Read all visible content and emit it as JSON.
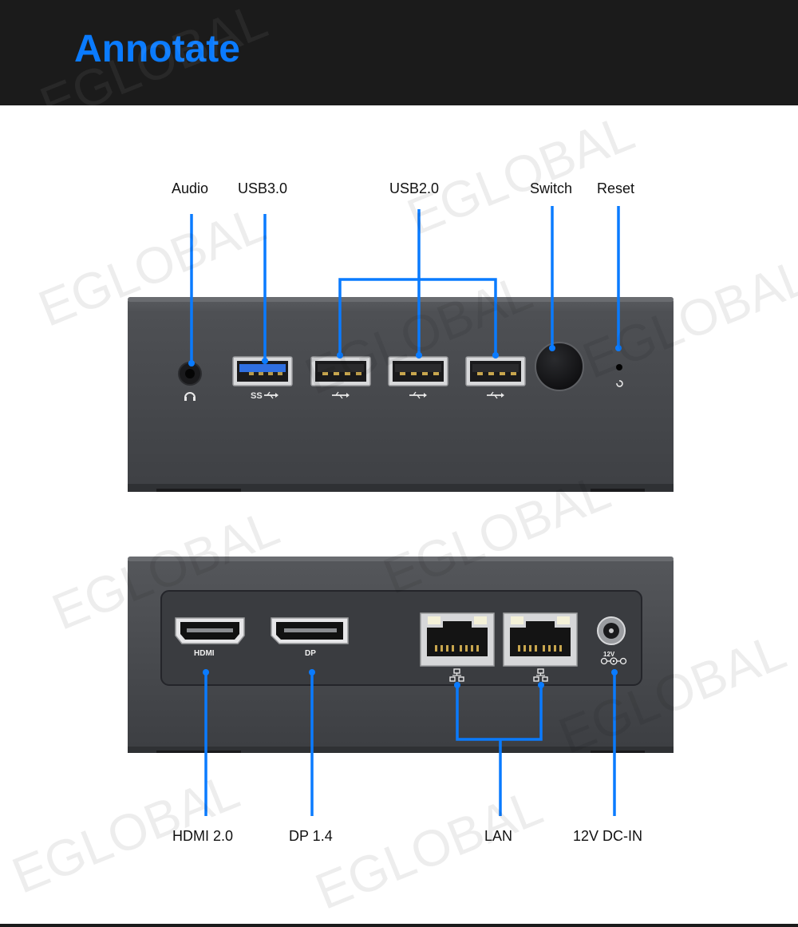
{
  "header": {
    "title": "Annotate"
  },
  "watermark": {
    "text": "EGLOBAL"
  },
  "labels": {
    "audio": "Audio",
    "usb30": "USB3.0",
    "usb20": "USB2.0",
    "switch": "Switch",
    "reset": "Reset",
    "hdmi20": "HDMI 2.0",
    "dp14": "DP 1.4",
    "lan": "LAN",
    "dcin": "12V DC-IN"
  },
  "port_marks": {
    "ss": "SS",
    "hdmi": "HDMI",
    "dp": "DP",
    "dc": "12V"
  },
  "colors": {
    "accent": "#0a7bff",
    "header_bg": "#1b1b1b",
    "chassis": "#4a4c50",
    "usb3_blue": "#2f6fe0"
  }
}
